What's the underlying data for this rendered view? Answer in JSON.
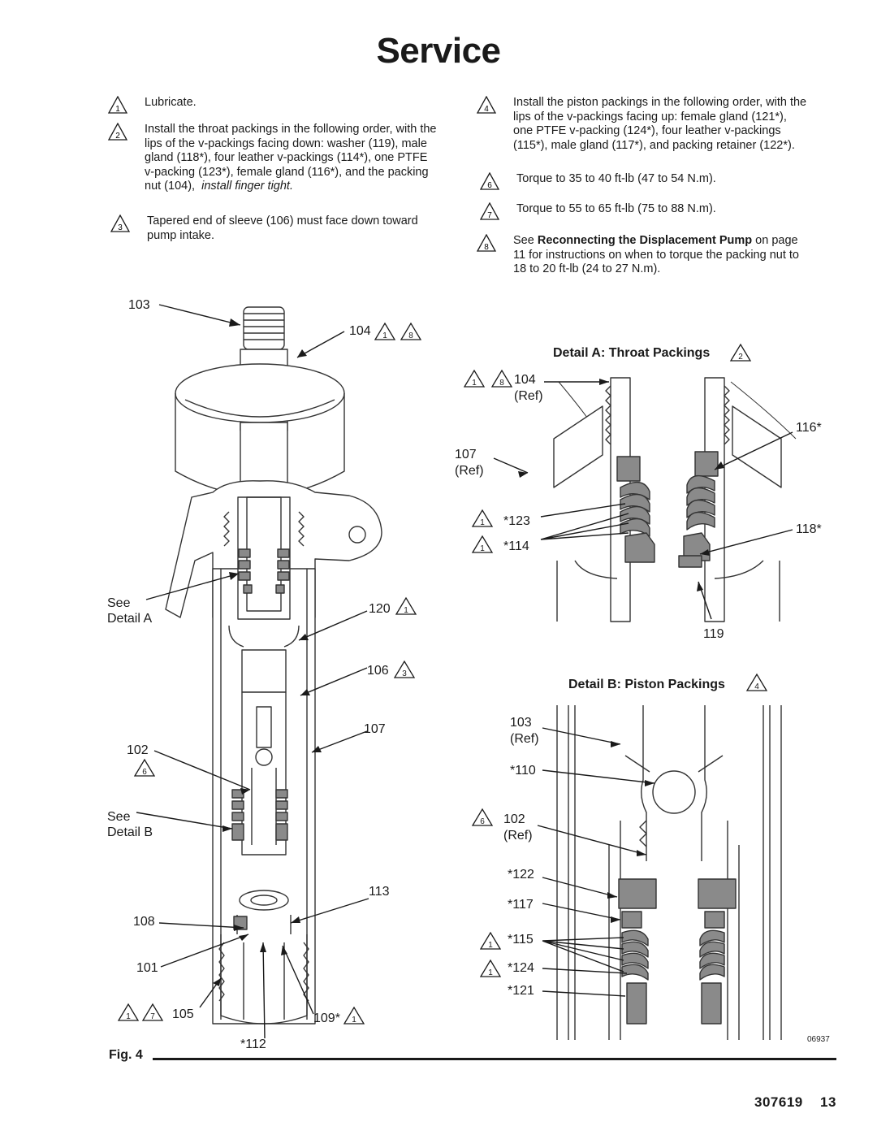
{
  "page": {
    "title": "Service",
    "figure_label": "Fig. 4",
    "figure_code": "06937",
    "doc_number": "307619",
    "page_number": "13"
  },
  "notes": {
    "n1": {
      "num": "1",
      "text": "Lubricate."
    },
    "n2": {
      "num": "2",
      "line1": "Install the throat packings in the following order, with the",
      "line2": "lips of the v-packings facing down: washer (119), male",
      "line3": "gland (118*), four leather v-packings (114*), one PTFE",
      "line4": "v-packing (123*), female gland (116*), and the packing",
      "line5_prefix": "nut (104),",
      "line5_italic": "install finger tight."
    },
    "n3": {
      "num": "3",
      "line1": "Tapered end of sleeve (106) must face down toward",
      "line2": "pump intake."
    },
    "n4": {
      "num": "4",
      "line1": "Install the piston packings in the following order, with the",
      "line2": "lips of the v-packings facing up: female gland (121*),",
      "line3": "one PTFE v-packing (124*), four leather v-packings",
      "line4": "(115*), male gland (117*), and packing retainer (122*)."
    },
    "n6": {
      "num": "6",
      "text": "Torque to 35 to 40 ft-lb (47 to 54 N.m)."
    },
    "n7": {
      "num": "7",
      "text": "Torque to 55 to 65 ft-lb (75 to 88 N.m)."
    },
    "n8": {
      "num": "8",
      "prefix": "See",
      "bold": "Reconnecting the Displacement Pump",
      "suffix": "on page",
      "line2": "11 for instructions on when to torque the packing nut to",
      "line3": "18 to 20 ft-lb (24 to 27 N.m)."
    }
  },
  "main_labels": {
    "l103": "103",
    "l104": "104",
    "see1": "See",
    "detailA": "Detail A",
    "l120": "120",
    "l106": "106",
    "l107": "107",
    "l102": "102",
    "see2": "See",
    "detailB": "Detail B",
    "l113": "113",
    "l108": "108",
    "l101": "101",
    "l105": "105",
    "l109": "109*",
    "l112": "*112"
  },
  "detail_a": {
    "title": "Detail A: Throat Packings",
    "l104": "104",
    "ref1": "(Ref)",
    "l107": "107",
    "ref2": "(Ref)",
    "l123": "*123",
    "l114": "*114",
    "l116": "116*",
    "l118": "118*",
    "l119": "119"
  },
  "detail_b": {
    "title": "Detail B: Piston Packings",
    "l103": "103",
    "ref1": "(Ref)",
    "l110": "*110",
    "l102": "102",
    "ref2": "(Ref)",
    "l122": "*122",
    "l117": "*117",
    "l115": "*115",
    "l124": "*124",
    "l121": "*121"
  },
  "triangles": {
    "t1": "1",
    "t2": "2",
    "t3": "3",
    "t4": "4",
    "t6": "6",
    "t7": "7",
    "t8": "8"
  },
  "colors": {
    "ink": "#1a1a1a",
    "packing_gray": "#8a8a8a",
    "line": "#333333"
  }
}
